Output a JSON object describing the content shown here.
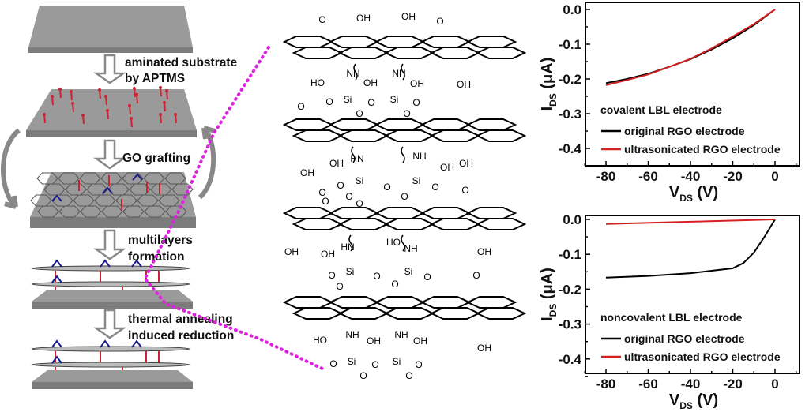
{
  "scheme": {
    "steps": [
      {
        "line1": "aminated substrate",
        "line2": "by APTMS"
      },
      {
        "line1": "GO grafting",
        "line2": ""
      },
      {
        "line1": "multilayers",
        "line2": "formation"
      },
      {
        "line1": "thermal annealing",
        "line2": "induced reduction"
      }
    ],
    "colors": {
      "substrate": "#9a9a9a",
      "amine": "#cc2233",
      "go_group": "#1a1a8a",
      "callout": "#dd22dd"
    }
  },
  "structure": {
    "labels": [
      "O",
      "OH",
      "OH",
      "O",
      "HO",
      "NH",
      "OH",
      "NH",
      "OH",
      "OH",
      "O",
      "Si",
      "O",
      "Si",
      "O",
      "O",
      "O",
      "O",
      "OH",
      "HN",
      "NH",
      "OH",
      "OH",
      "OH",
      "O",
      "Si",
      "O",
      "Si",
      "O",
      "O",
      "O",
      "O",
      "O",
      "OH",
      "OH",
      "HN",
      "HO",
      "NH",
      "OH",
      "O",
      "Si",
      "O",
      "Si",
      "O",
      "O",
      "O",
      "O",
      "O",
      "O",
      "HO",
      "NH",
      "OH",
      "NH",
      "OH",
      "OH",
      "O",
      "Si",
      "O",
      "Si",
      "O",
      "O",
      "O"
    ]
  },
  "chart_data": [
    {
      "type": "line",
      "title": "covalent LBL electrode",
      "xlabel": "V",
      "xlabel_sub": "DS",
      "xlabel_unit": "(V)",
      "ylabel": "I",
      "ylabel_sub": "DS",
      "ylabel_unit": "(μA)",
      "xlim": [
        -90,
        12
      ],
      "ylim": [
        -0.45,
        0.02
      ],
      "xticks": [
        -80,
        -60,
        -40,
        -20,
        0
      ],
      "xtick_labels": [
        "-80",
        "-60",
        "-40",
        "-20",
        "0"
      ],
      "yticks": [
        0,
        -0.1,
        -0.2,
        -0.3,
        -0.4
      ],
      "ytick_labels": [
        "0.0",
        "-0.1",
        "-0.2",
        "-0.3",
        "-0.4"
      ],
      "legend_placement": "bottom-left",
      "series": [
        {
          "name": "original RGO electrode",
          "color": "#000000",
          "x": [
            -80,
            -70,
            -60,
            -50,
            -40,
            -30,
            -20,
            -10,
            0
          ],
          "y": [
            -0.212,
            -0.2,
            -0.185,
            -0.165,
            -0.143,
            -0.115,
            -0.083,
            -0.045,
            0
          ]
        },
        {
          "name": "ultrasonicated RGO electrode",
          "color": "#d42020",
          "x": [
            -80,
            -70,
            -60,
            -50,
            -40,
            -30,
            -20,
            -10,
            0
          ],
          "y": [
            -0.218,
            -0.203,
            -0.187,
            -0.165,
            -0.142,
            -0.112,
            -0.078,
            -0.042,
            0
          ]
        }
      ]
    },
    {
      "type": "line",
      "title": "noncovalent LBL electrode",
      "xlabel": "V",
      "xlabel_sub": "DS",
      "xlabel_unit": "(V)",
      "ylabel": "I",
      "ylabel_sub": "DS",
      "ylabel_unit": "(μA)",
      "xlim": [
        -90,
        12
      ],
      "ylim": [
        -0.44,
        0.011
      ],
      "xticks": [
        -80,
        -60,
        -40,
        -20,
        0
      ],
      "xtick_labels": [
        "-80",
        "-60",
        "-40",
        "-20",
        "0"
      ],
      "yticks": [
        0,
        -0.1,
        -0.2,
        -0.3,
        -0.4
      ],
      "ytick_labels": [
        "0.0",
        "-0.1",
        "-0.2",
        "-0.3",
        "-0.4"
      ],
      "legend_placement": "bottom-left",
      "series": [
        {
          "name": "original RGO electrode",
          "color": "#000000",
          "x": [
            -80,
            -60,
            -40,
            -20,
            -15,
            -10,
            -5,
            0
          ],
          "y": [
            -0.167,
            -0.162,
            -0.154,
            -0.14,
            -0.125,
            -0.095,
            -0.05,
            0
          ]
        },
        {
          "name": "ultrasonicated RGO electrode",
          "color": "#d42020",
          "x": [
            -80,
            -40,
            0
          ],
          "y": [
            -0.013,
            -0.0065,
            0
          ]
        }
      ]
    }
  ]
}
